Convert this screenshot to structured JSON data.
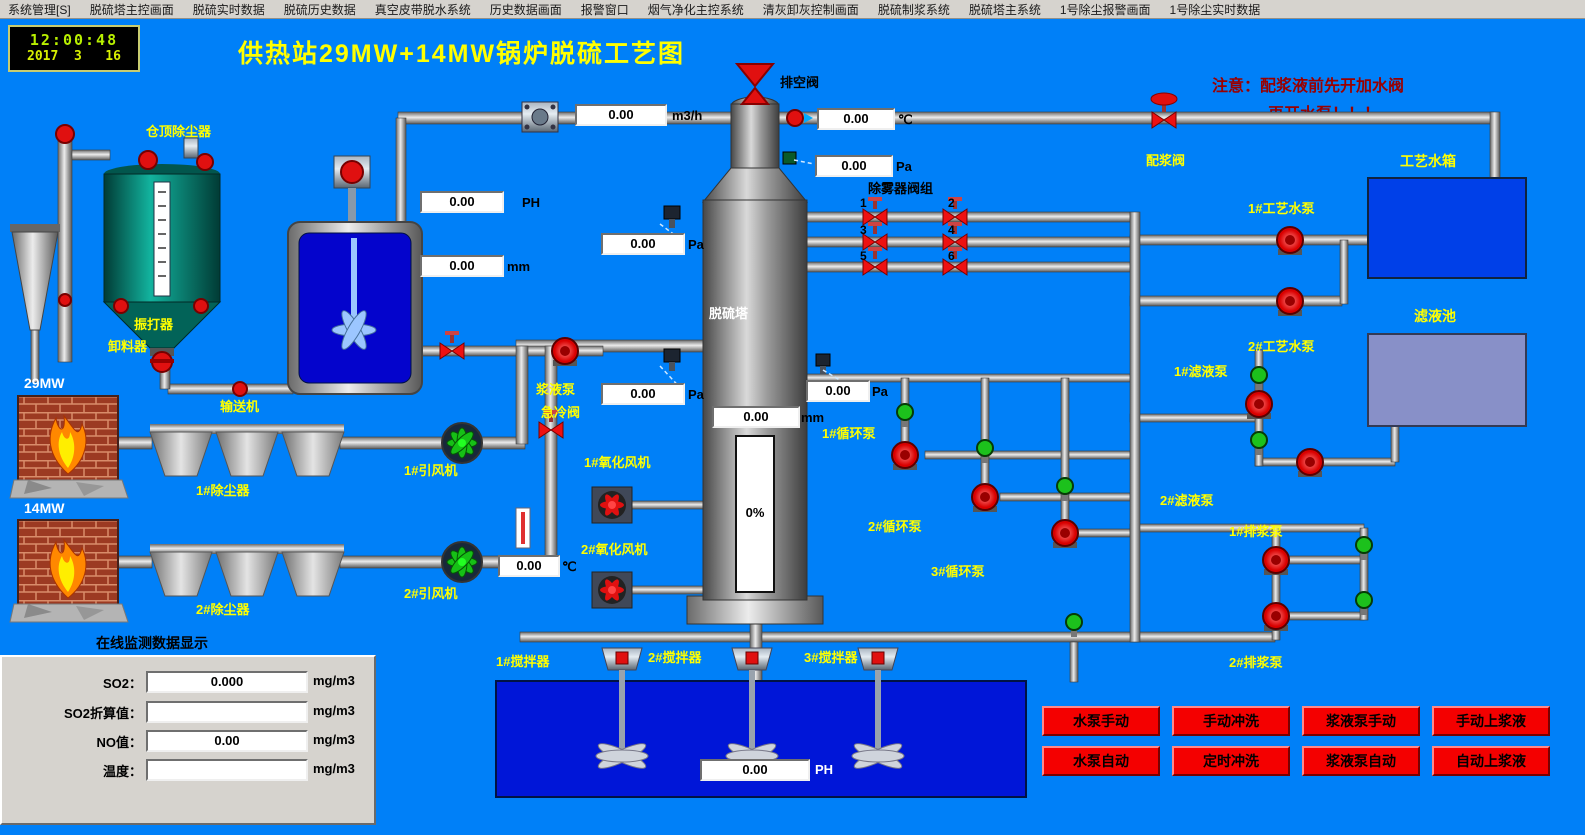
{
  "menu": {
    "items": [
      "系统管理[S]",
      "脱硫塔主控画面",
      "脱硫实时数据",
      "脱硫历史数据",
      "真空皮带脱水系统",
      "历史数据画面",
      "报警窗口",
      "烟气净化主控系统",
      "清灰卸灰控制画面",
      "脱硫制浆系统",
      "脱硫塔主系统",
      "1号除尘报警画面",
      "1号除尘实时数据"
    ]
  },
  "clock": {
    "time": "12:00:48",
    "date": "2017  3   16"
  },
  "header": {
    "title": "供热站29MW+14MW锅炉脱硫工艺图"
  },
  "notice": {
    "line1": "注意：配浆液前先开加水阀",
    "line2": "再开水泵！！！"
  },
  "labels": {
    "cang_ding_chu_chen_qi": "仓顶除尘器",
    "zhen_da_qi": "振打器",
    "xie_liao_qi": "卸料器",
    "shu_song_ji": "输送机",
    "mw29": "29MW",
    "mw14": "14MW",
    "chu_chen_qi_1": "1#除尘器",
    "chu_chen_qi_2": "2#除尘器",
    "yin_feng_ji_1": "1#引风机",
    "yin_feng_ji_2": "2#引风机",
    "jiang_ye_beng": "浆液泵",
    "ji_leng_fa": "急冷阀",
    "yang_hua_feng_ji_1": "1#氧化风机",
    "yang_hua_feng_ji_2": "2#氧化风机",
    "pai_kong_fa": "排空阀",
    "tuo_liu_ta": "脱硫塔",
    "chu_wu_qi_fa_zu": "除雾器阀组",
    "pei_jiang_fa": "配浆阀",
    "gong_yi_shui_xiang": "工艺水箱",
    "gong_yi_shui_beng_1": "1#工艺水泵",
    "gong_yi_shui_beng_2": "2#工艺水泵",
    "lv_ye_chi": "滤液池",
    "lv_ye_beng_1": "1#滤液泵",
    "lv_ye_beng_2": "2#滤液泵",
    "xun_huan_beng_1": "1#循环泵",
    "xun_huan_beng_2": "2#循环泵",
    "xun_huan_beng_3": "3#循环泵",
    "pai_jiang_beng_1": "1#排浆泵",
    "pai_jiang_beng_2": "2#排浆泵",
    "jiao_ban_qi_1": "1#搅拌器",
    "jiao_ban_qi_2": "2#搅拌器",
    "jiao_ban_qi_3": "3#搅拌器"
  },
  "valve_group": {
    "numbers": [
      "1",
      "2",
      "3",
      "4",
      "5",
      "6"
    ]
  },
  "tower": {
    "label": "脱硫塔",
    "level_percent": "0%"
  },
  "values": {
    "flow_top": {
      "value": "0.00",
      "unit": "m3/h"
    },
    "temp_top": {
      "value": "0.00",
      "unit": "℃"
    },
    "pa_top": {
      "value": "0.00",
      "unit": "Pa"
    },
    "ph_tank": {
      "value": "0.00",
      "unit": "PH"
    },
    "level_tank": {
      "value": "0.00",
      "unit": "mm"
    },
    "pa_mid": {
      "value": "0.00",
      "unit": "Pa"
    },
    "pa_low": {
      "value": "0.00",
      "unit": "Pa"
    },
    "pa_tower": {
      "value": "0.00",
      "unit": "Pa"
    },
    "level_tower": {
      "value": "0.00",
      "unit": "mm"
    },
    "temp_fan": {
      "value": "0.00",
      "unit": "℃"
    },
    "ph_pool": {
      "value": "0.00",
      "unit": "PH"
    }
  },
  "monitor": {
    "title": "在线监测数据显示",
    "rows": [
      {
        "label": "SO2：",
        "value": "0.000",
        "unit": "mg/m3"
      },
      {
        "label": "SO2折算值：",
        "value": "",
        "unit": "mg/m3"
      },
      {
        "label": "NO值：",
        "value": "0.00",
        "unit": "mg/m3"
      },
      {
        "label": "温度：",
        "value": "",
        "unit": "mg/m3"
      }
    ]
  },
  "buttons": {
    "row1": [
      "水泵手动",
      "手动冲洗",
      "浆液泵手动",
      "手动上浆液"
    ],
    "row2": [
      "水泵自动",
      "定时冲洗",
      "浆液泵自动",
      "自动上浆液"
    ]
  },
  "colors": {
    "background": "#0080f8",
    "label_yellow": "#ffff00",
    "button_red": "#f40000",
    "pool_blue": "#0016d8",
    "water_tank_blue": "#0040e8",
    "filtrate_tank": "#8890c8"
  }
}
